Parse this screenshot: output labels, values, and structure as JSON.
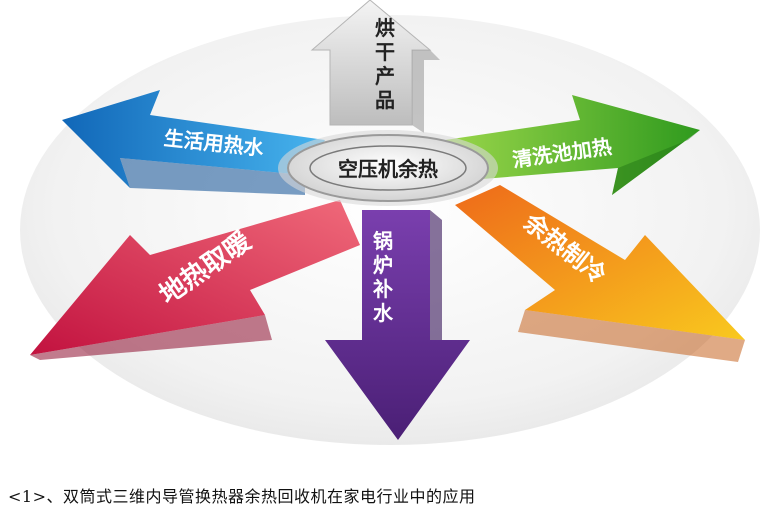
{
  "diagram": {
    "center_label": "空压机余热",
    "arrows": {
      "up": "烘干产品",
      "upper_left": "生活用热水",
      "upper_right": "清洗池加热",
      "lower_left": "地热取暖",
      "down": "锅炉补水",
      "lower_right": "余热制冷"
    },
    "colors": {
      "up": "#c8c8c8",
      "upper_left": "#1f8fd6",
      "upper_right": "#5cb82e",
      "lower_left": "#e23050",
      "down": "#5b2a86",
      "lower_right": "#f28c1a"
    }
  },
  "caption": "<1>、双筒式三维内导管换热器余热回收机在家电行业中的应用"
}
